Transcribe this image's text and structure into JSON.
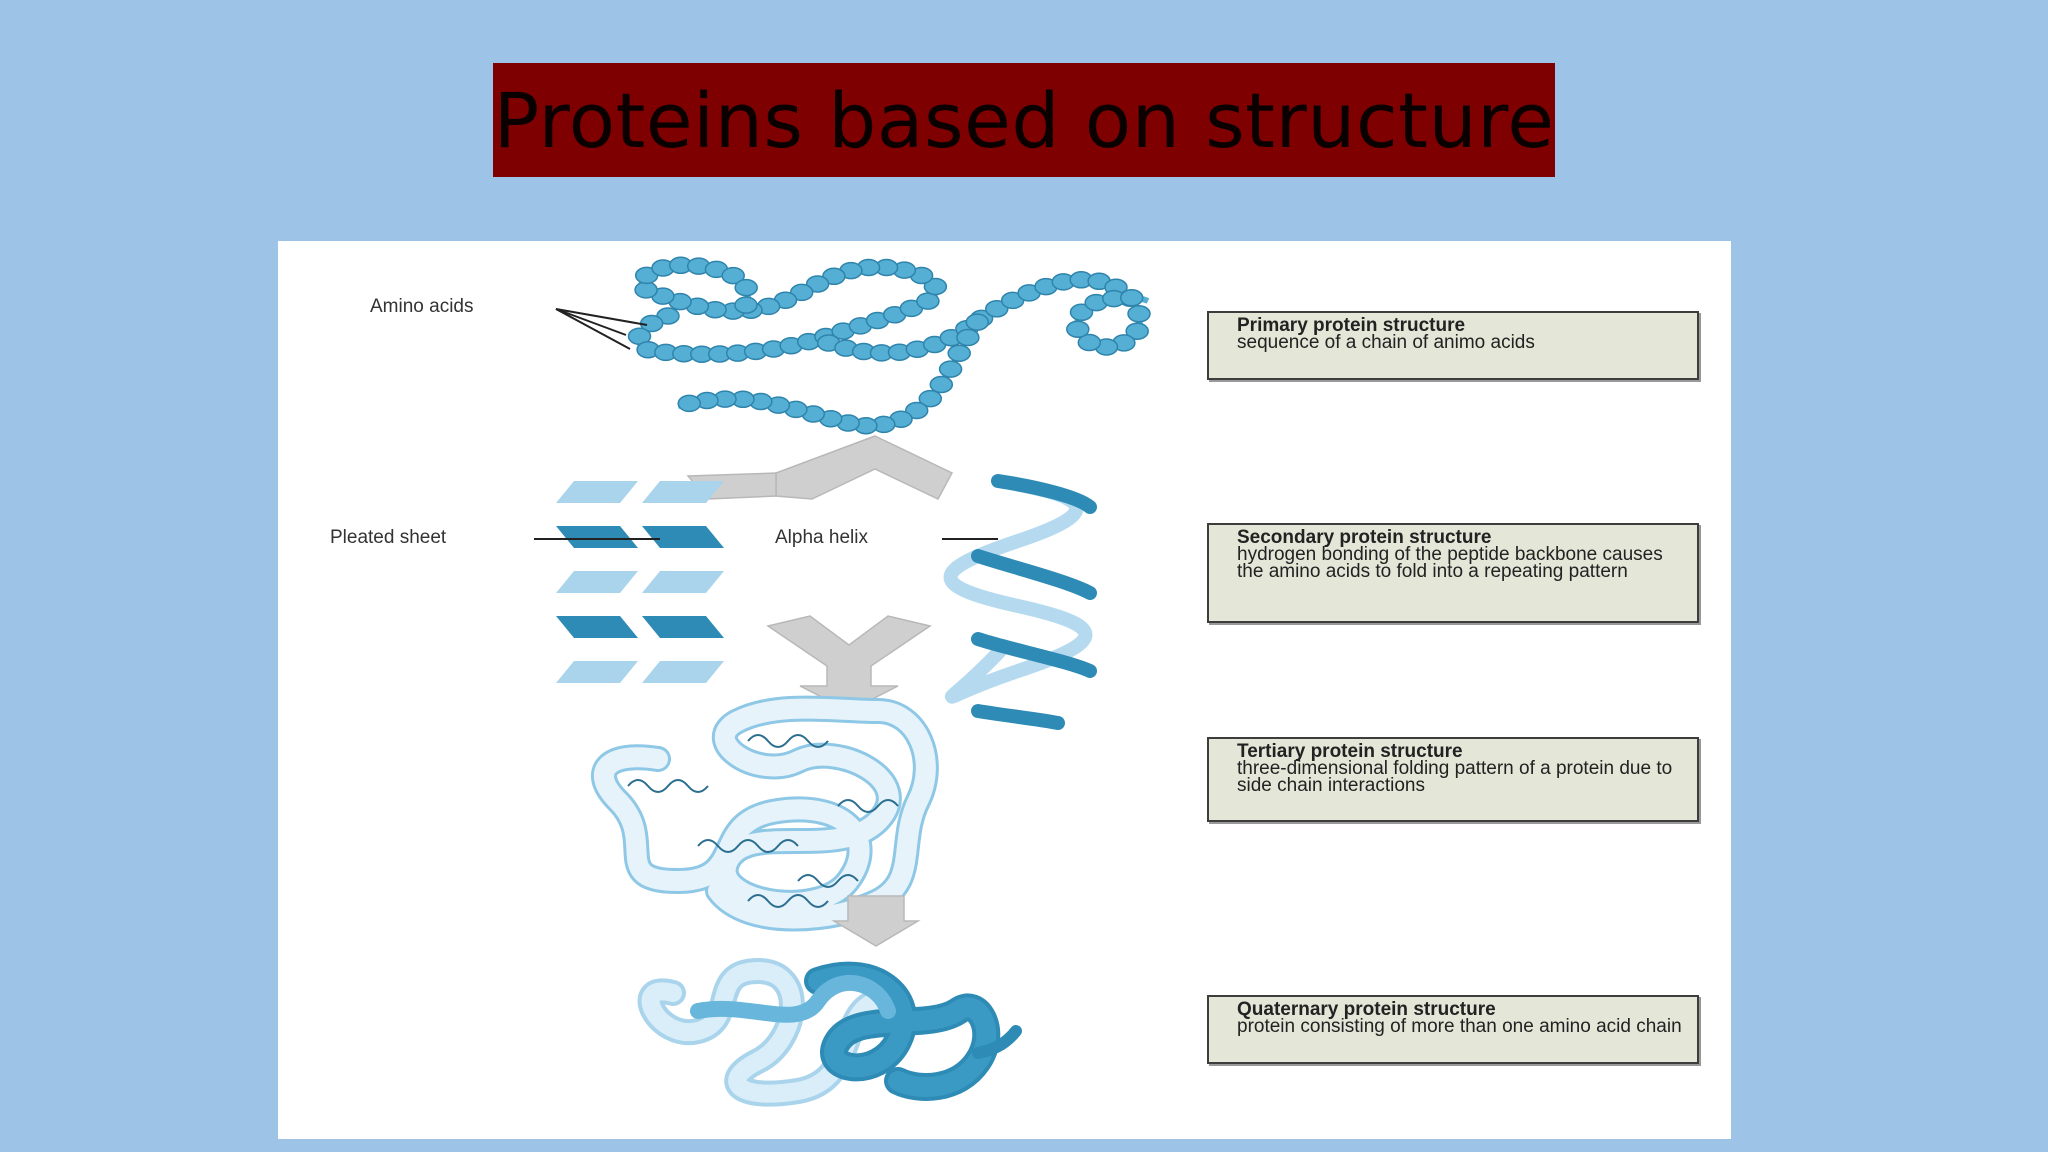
{
  "slide": {
    "title": "Proteins based on structure"
  },
  "labels": {
    "amino_acids": "Amino acids",
    "pleated_sheet": "Pleated sheet",
    "alpha_helix": "Alpha helix"
  },
  "levels": [
    {
      "heading": "Primary protein structure",
      "description": "sequence of a chain of animo acids"
    },
    {
      "heading": "Secondary protein structure",
      "description": "hydrogen bonding of the peptide backbone causes the amino acids to fold into a repeating pattern"
    },
    {
      "heading": "Tertiary protein structure",
      "description": "three-dimensional folding pattern of a protein due to side chain interactions"
    },
    {
      "heading": "Quaternary protein structure",
      "description": "protein consisting of more than one amino acid chain"
    }
  ],
  "colors": {
    "background": "#9dc3e6",
    "title_bar": "#7f0000",
    "bead": "#55aed4",
    "ribbon_light": "#b5daf0",
    "ribbon_dark": "#2d8bb5",
    "arrow": "#cfcfcf"
  }
}
